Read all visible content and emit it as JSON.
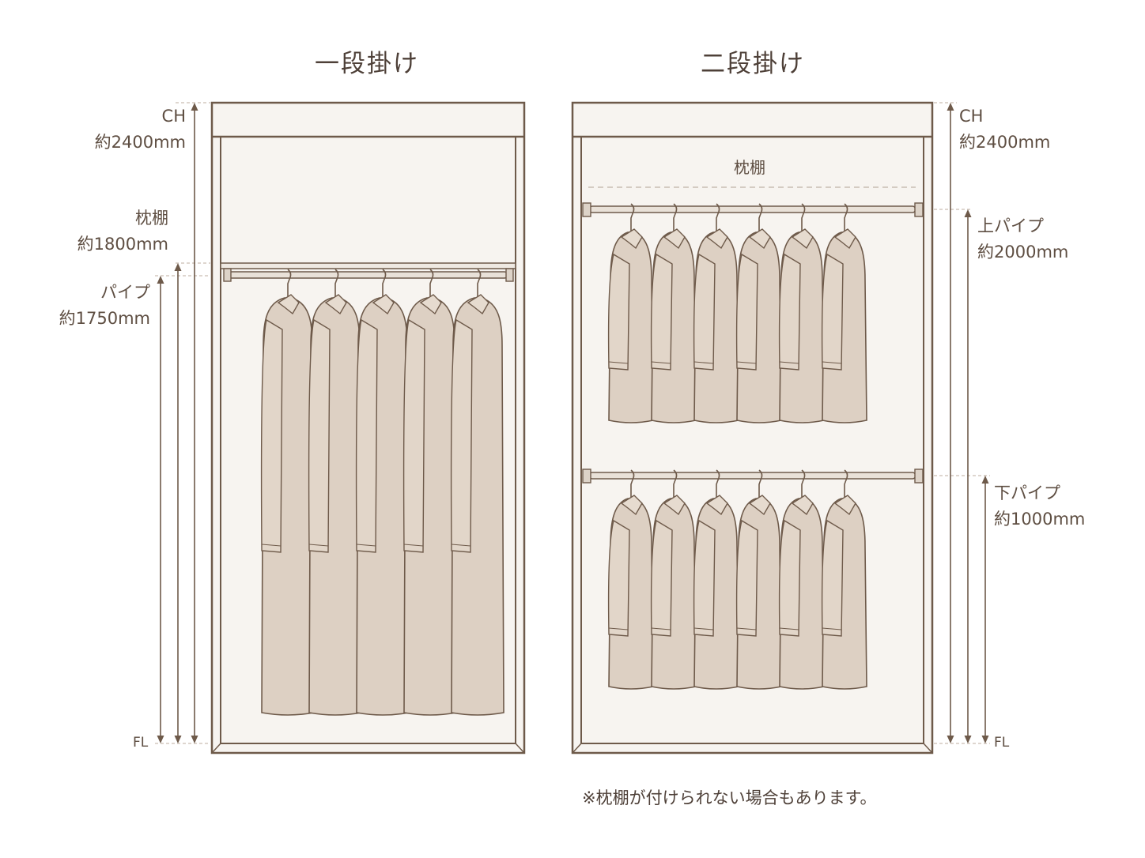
{
  "titles": {
    "single": "一段掛け",
    "double": "二段掛け"
  },
  "single": {
    "ch": {
      "line1": "CH",
      "line2": "約2400mm"
    },
    "shelf": {
      "line1": "枕棚",
      "line2": "約1800mm"
    },
    "pipe": {
      "line1": "パイプ",
      "line2": "約1750mm"
    },
    "fl": "FL"
  },
  "double": {
    "ch": {
      "line1": "CH",
      "line2": "約2400mm"
    },
    "shelf_label": "枕棚",
    "upper_pipe": {
      "line1": "上パイプ",
      "line2": "約2000mm"
    },
    "lower_pipe": {
      "line1": "下パイプ",
      "line2": "約1000mm"
    },
    "fl": "FL"
  },
  "note": "※枕棚が付けられない場合もあります。",
  "colors": {
    "outline": "#6e5a4a",
    "cabinet_fill": "#f7f4f0",
    "garment_fill": "#ddd0c3",
    "guide_dashed": "#c9bdb2",
    "arrow": "#6e5a4a"
  },
  "icons": {
    "garment": "coat-on-hanger-icon",
    "arrow": "double-arrow-icon"
  }
}
